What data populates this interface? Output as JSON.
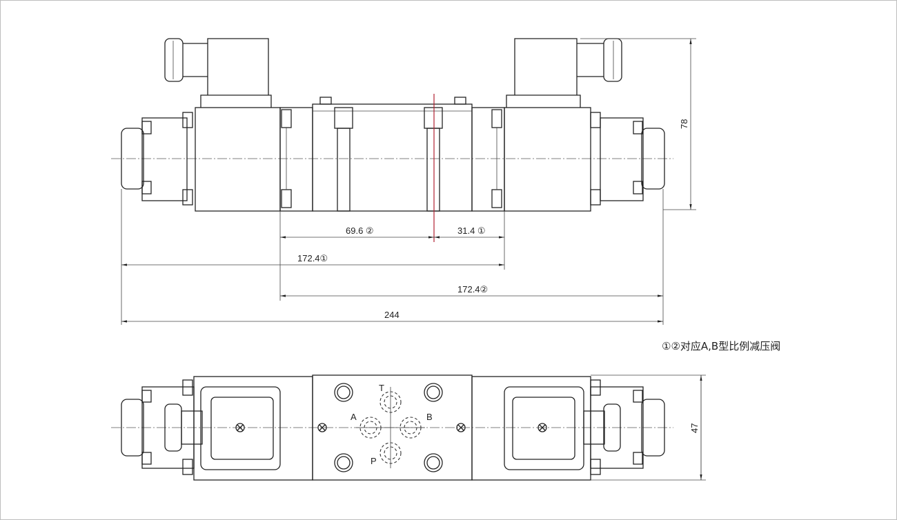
{
  "dimensions": {
    "height_top": "78",
    "dim_69_6": "69.6 ②",
    "dim_31_4": "31.4 ①",
    "dim_172_4_a": "172.4①",
    "dim_172_4_b": "172.4②",
    "overall_length": "244",
    "height_bottom": "47"
  },
  "note": "①②对应A,B型比例减压阀",
  "ports": {
    "T": "T",
    "A": "A",
    "B": "B",
    "P": "P"
  },
  "colors": {
    "line": "#222222",
    "marker": "#b02030"
  }
}
